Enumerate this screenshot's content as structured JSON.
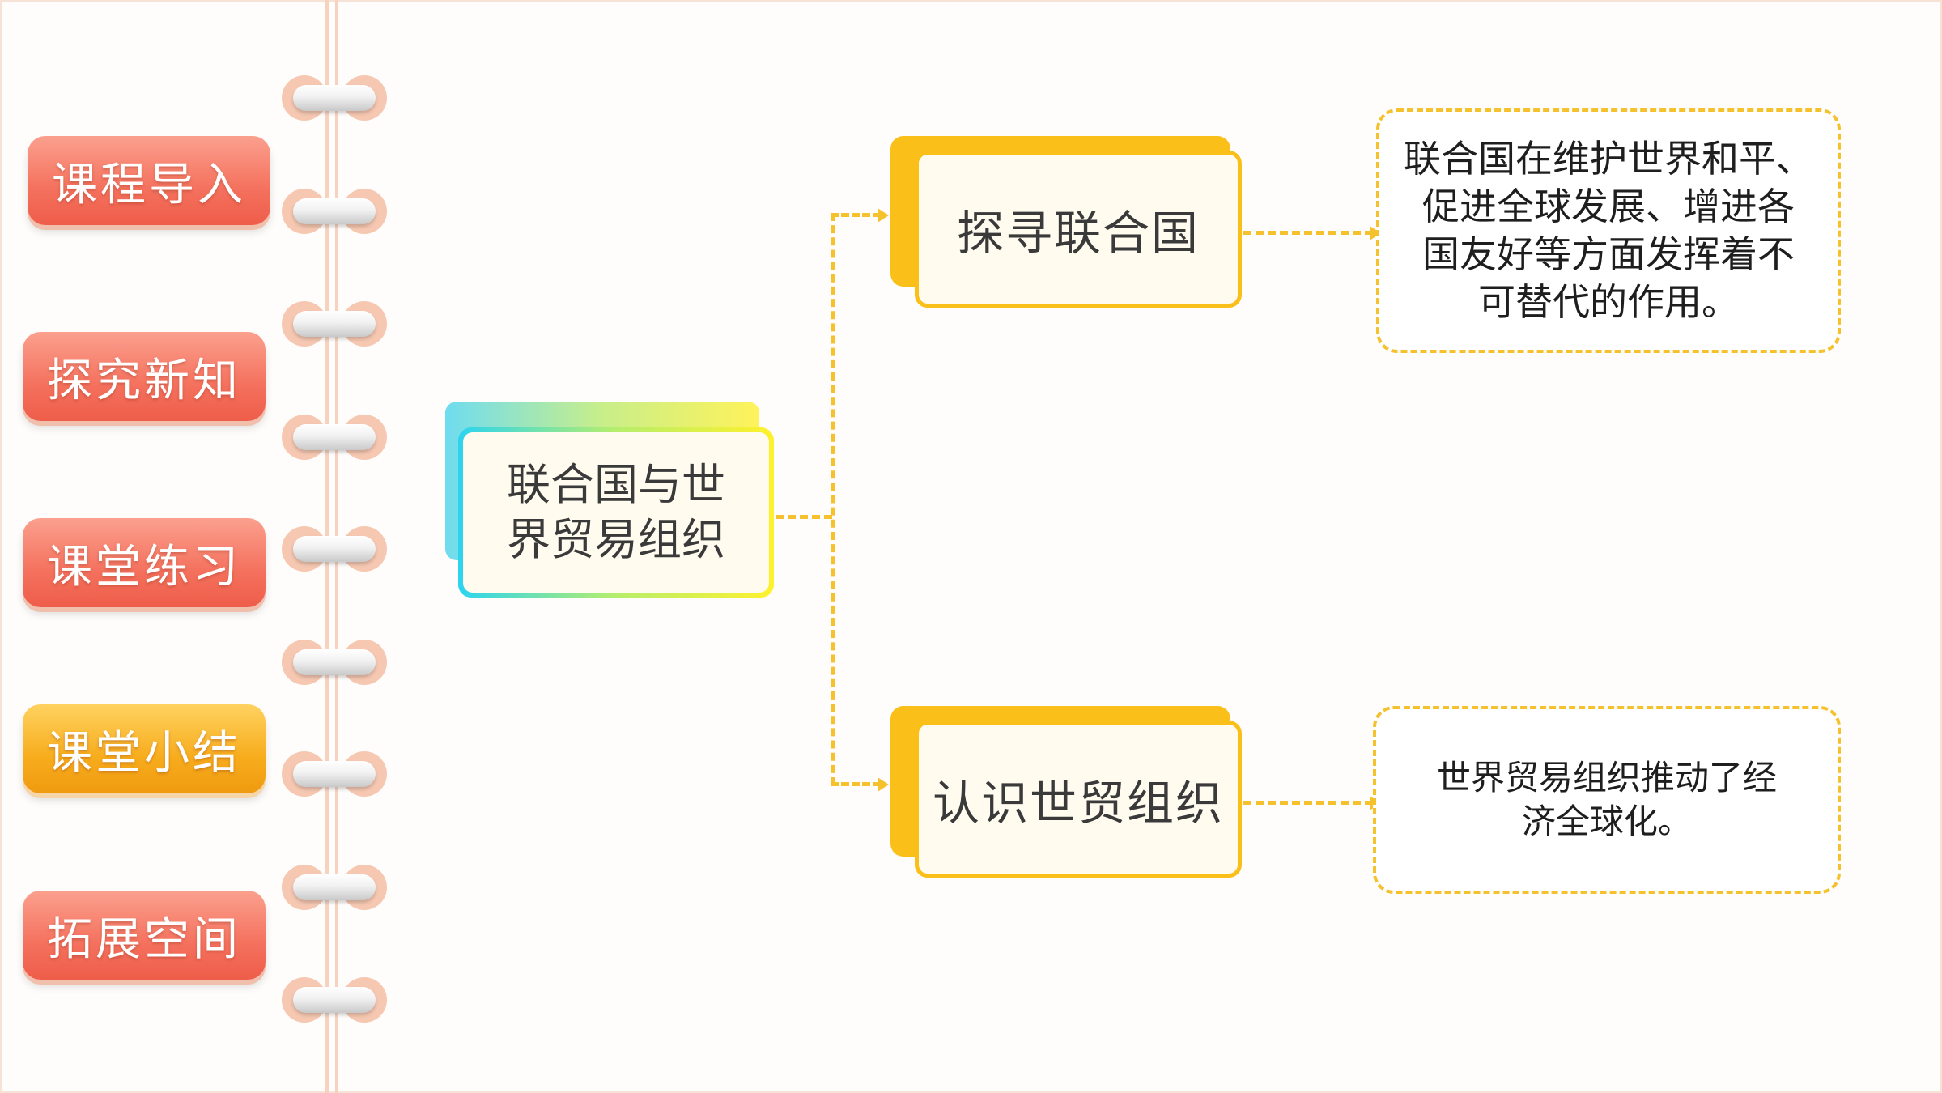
{
  "nav": {
    "items": [
      {
        "label": "课程导入",
        "active": false
      },
      {
        "label": "探究新知",
        "active": false
      },
      {
        "label": "课堂练习",
        "active": false
      },
      {
        "label": "课堂小结",
        "active": true
      },
      {
        "label": "拓展空间",
        "active": false
      }
    ]
  },
  "diagram": {
    "root": {
      "line1": "联合国与世",
      "line2": "界贸易组织"
    },
    "branches": [
      {
        "label": "探寻联合国",
        "note": [
          "联合国在维护世界和平、",
          "促进全球发展、增进各",
          "国友好等方面发挥着不",
          "可替代的作用。"
        ]
      },
      {
        "label": "认识世贸组织",
        "note": [
          "世界贸易组织推动了经",
          "济全球化。"
        ]
      }
    ]
  },
  "colors": {
    "tab_red": "#f4715d",
    "tab_gold": "#f7ac1c",
    "accent_yellow": "#fbbf1a",
    "connector": "#f5c12c"
  }
}
